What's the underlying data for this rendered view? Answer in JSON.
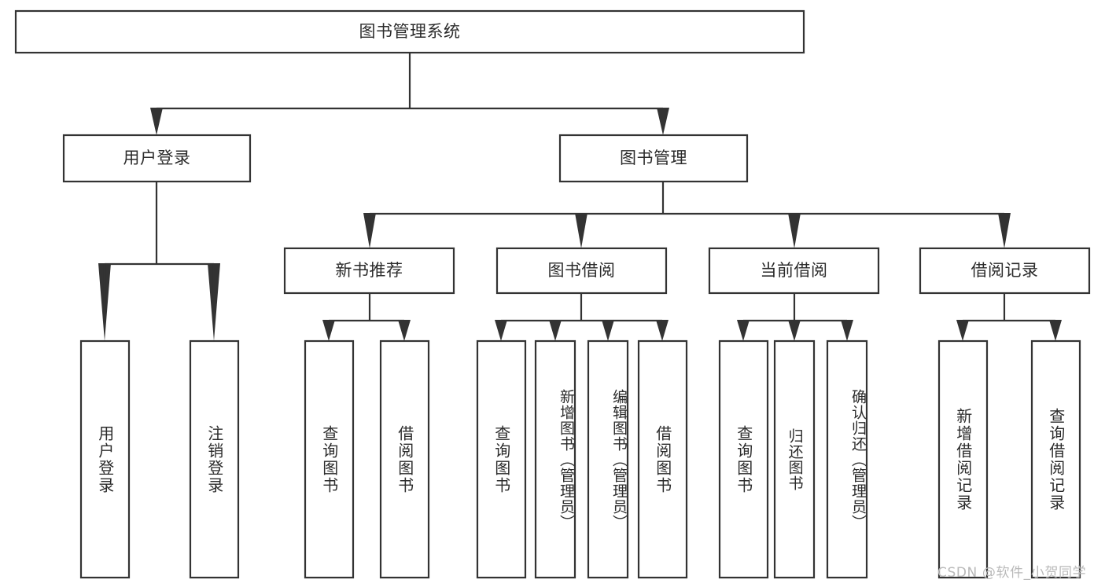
{
  "diagram": {
    "type": "tree-hierarchy",
    "title": "图书管理系统",
    "orientation": "top-down",
    "colors": {
      "box_stroke": "#333333",
      "box_fill": "#ffffff",
      "connector": "#333333",
      "text": "#2b2b2b",
      "watermark": "#b9b9b9",
      "background": "#ffffff"
    },
    "root": {
      "id": "root",
      "label": "图书管理系统",
      "text_direction": "horizontal"
    },
    "level1": [
      {
        "id": "user-login",
        "label": "用户登录",
        "text_direction": "horizontal"
      },
      {
        "id": "book-manage",
        "label": "图书管理",
        "text_direction": "horizontal"
      }
    ],
    "level2": [
      {
        "id": "new-book-recommend",
        "parent": "book-manage",
        "label": "新书推荐",
        "text_direction": "horizontal"
      },
      {
        "id": "book-borrow",
        "parent": "book-manage",
        "label": "图书借阅",
        "text_direction": "horizontal"
      },
      {
        "id": "current-borrow",
        "parent": "book-manage",
        "label": "当前借阅",
        "text_direction": "horizontal"
      },
      {
        "id": "borrow-record",
        "parent": "book-manage",
        "label": "借阅记录",
        "text_direction": "horizontal"
      }
    ],
    "leaves": [
      {
        "id": "leaf-user-login",
        "parent": "user-login",
        "label": "用户登录",
        "text_direction": "vertical"
      },
      {
        "id": "leaf-user-logout",
        "parent": "user-login",
        "label": "注销登录",
        "text_direction": "vertical"
      },
      {
        "id": "leaf-query-book-1",
        "parent": "new-book-recommend",
        "label": "查询图书",
        "text_direction": "vertical"
      },
      {
        "id": "leaf-borrow-book-1",
        "parent": "new-book-recommend",
        "label": "借阅图书",
        "text_direction": "vertical"
      },
      {
        "id": "leaf-query-book-2",
        "parent": "book-borrow",
        "label": "查询图书",
        "text_direction": "vertical"
      },
      {
        "id": "leaf-add-book",
        "parent": "book-borrow",
        "label": "新增图书（管理员）",
        "text_direction": "vertical"
      },
      {
        "id": "leaf-edit-book",
        "parent": "book-borrow",
        "label": "编辑图书（管理员）",
        "text_direction": "vertical"
      },
      {
        "id": "leaf-borrow-book-2",
        "parent": "book-borrow",
        "label": "借阅图书",
        "text_direction": "vertical"
      },
      {
        "id": "leaf-query-book-3",
        "parent": "current-borrow",
        "label": "查询图书",
        "text_direction": "vertical"
      },
      {
        "id": "leaf-return-book",
        "parent": "current-borrow",
        "label": "归还图书",
        "text_direction": "vertical"
      },
      {
        "id": "leaf-confirm-return",
        "parent": "current-borrow",
        "label": "确认归还（管理员）",
        "text_direction": "vertical"
      },
      {
        "id": "leaf-add-record",
        "parent": "borrow-record",
        "label": "新增借阅记录",
        "text_direction": "vertical"
      },
      {
        "id": "leaf-query-record",
        "parent": "borrow-record",
        "label": "查询借阅记录",
        "text_direction": "vertical"
      }
    ]
  },
  "watermark": {
    "text": "CSDN @软件_小贺同学"
  }
}
